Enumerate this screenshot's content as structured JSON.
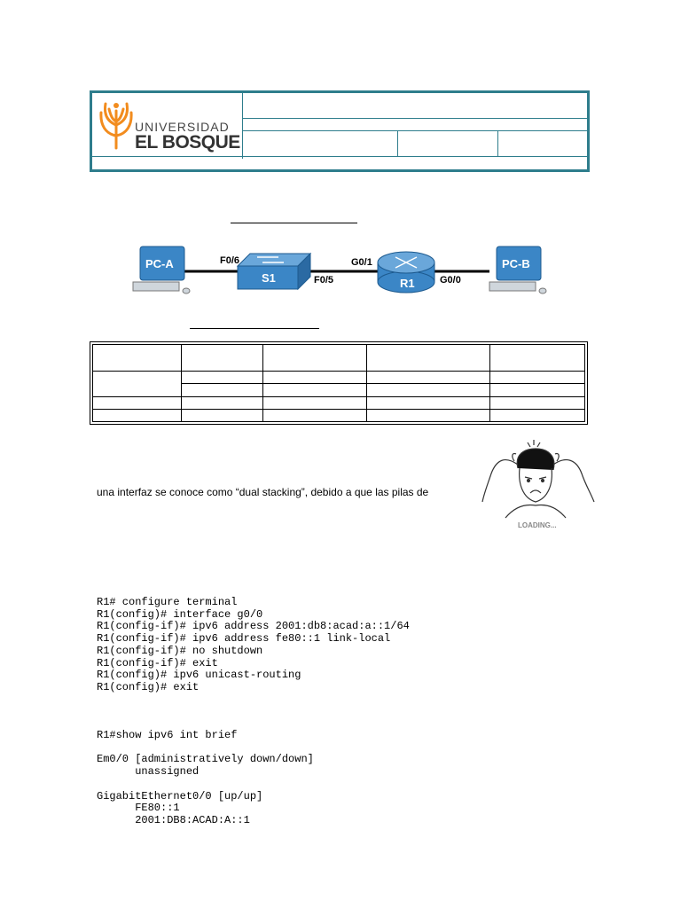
{
  "header": {
    "logo_line1": "UNIVERSIDAD",
    "logo_line2": "EL BOSQUE"
  },
  "topology": {
    "devices": {
      "pc_a": "PC-A",
      "switch": "S1",
      "router": "R1",
      "pc_b": "PC-B"
    },
    "ports": {
      "pc_a_switch": "F0/6",
      "switch_router": "F0/5",
      "router_switch": "G0/1",
      "router_pcb": "G0/0"
    }
  },
  "body_text": "una interfaz se conoce como “dual stacking”, debido a que las pilas de",
  "meme_caption": "LOADING...",
  "config_commands": [
    "R1# configure terminal",
    "R1(config)# interface g0/0",
    "R1(config-if)# ipv6 address 2001:db8:acad:a::1/64",
    "R1(config-if)# ipv6 address fe80::1 link-local",
    "R1(config-if)# no shutdown",
    "R1(config-if)# exit",
    "R1(config)# ipv6 unicast-routing",
    "R1(config)# exit"
  ],
  "show_output": [
    "R1#show ipv6 int brief",
    "",
    "Em0/0 [administratively down/down]",
    "      unassigned",
    "",
    "GigabitEthernet0/0 [up/up]",
    "      FE80::1",
    "      2001:DB8:ACAD:A::1"
  ],
  "colors": {
    "header_border": "#2e7d8c",
    "logo_orange": "#f28c1e",
    "device_blue": "#3b86c6"
  }
}
